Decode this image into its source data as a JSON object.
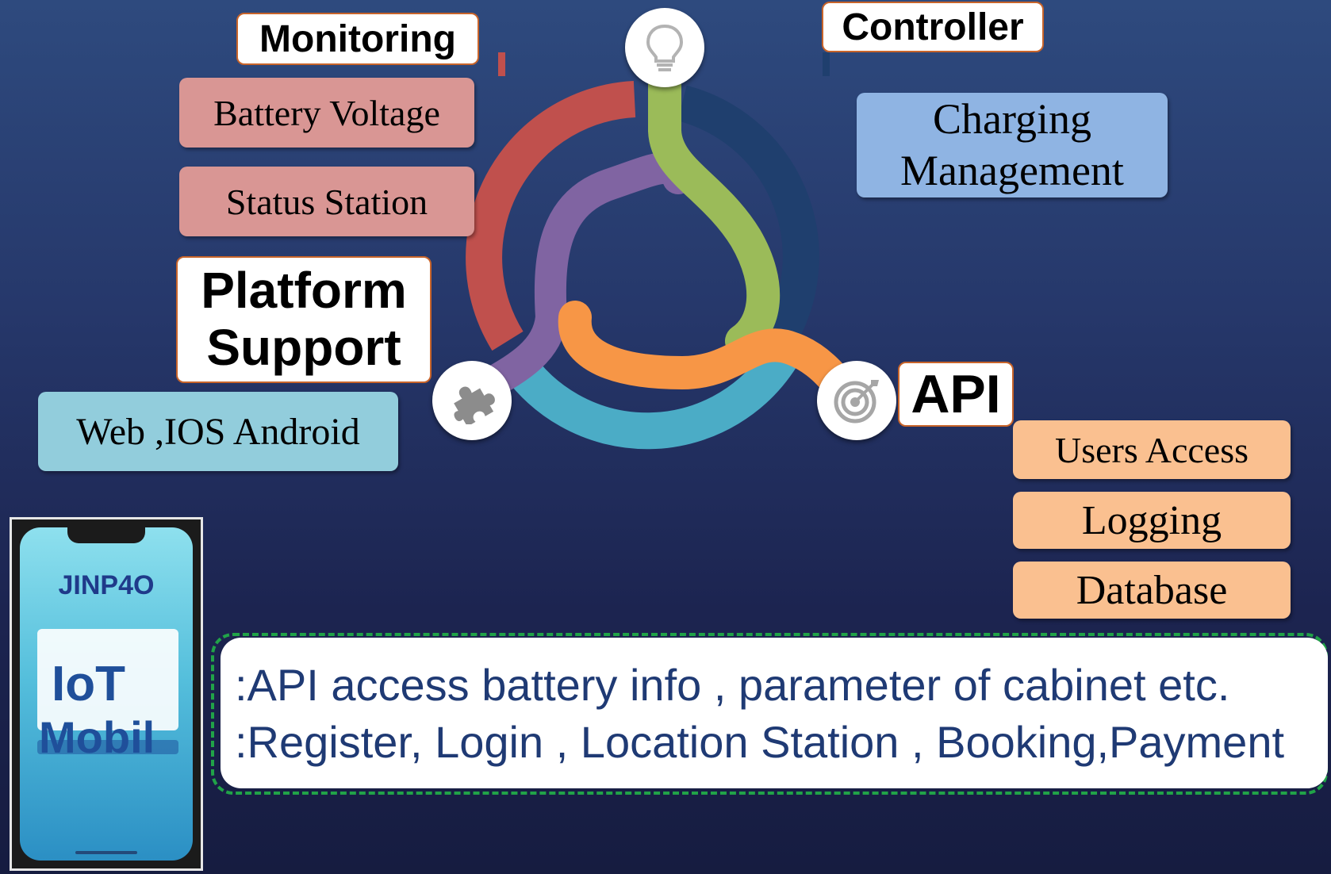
{
  "diagram": {
    "monitoring": {
      "title": "Monitoring",
      "items": [
        "Battery Voltage",
        "Status Station"
      ],
      "color": "#d99694"
    },
    "controller": {
      "title": "Controller",
      "items": [
        "Charging",
        "Management"
      ],
      "color": "#8fb4e3"
    },
    "platform": {
      "title_line1": "Platform",
      "title_line2": "Support",
      "items": [
        "Web ,IOS Android"
      ],
      "color": "#92cddc"
    },
    "api": {
      "title": "API",
      "items": [
        "Users Access",
        "Logging",
        "Database"
      ],
      "color": "#fac090"
    },
    "icons": {
      "top": "lightbulb-icon",
      "left": "puzzle-icon",
      "right": "target-icon"
    },
    "ring_colors": {
      "red": "#c0504d",
      "green": "#9bbb59",
      "purple": "#8064a2",
      "orange": "#f79646",
      "teal": "#4bacc6",
      "navy": "#1f3f6e"
    }
  },
  "phone": {
    "brand": "JINP4O",
    "overlay_line1": "IoT",
    "overlay_line2": "Mobil"
  },
  "notes": {
    "line1": ":API access battery info , parameter of cabinet etc.",
    "line2": ":Register, Login , Location Station , Booking,Payment"
  }
}
